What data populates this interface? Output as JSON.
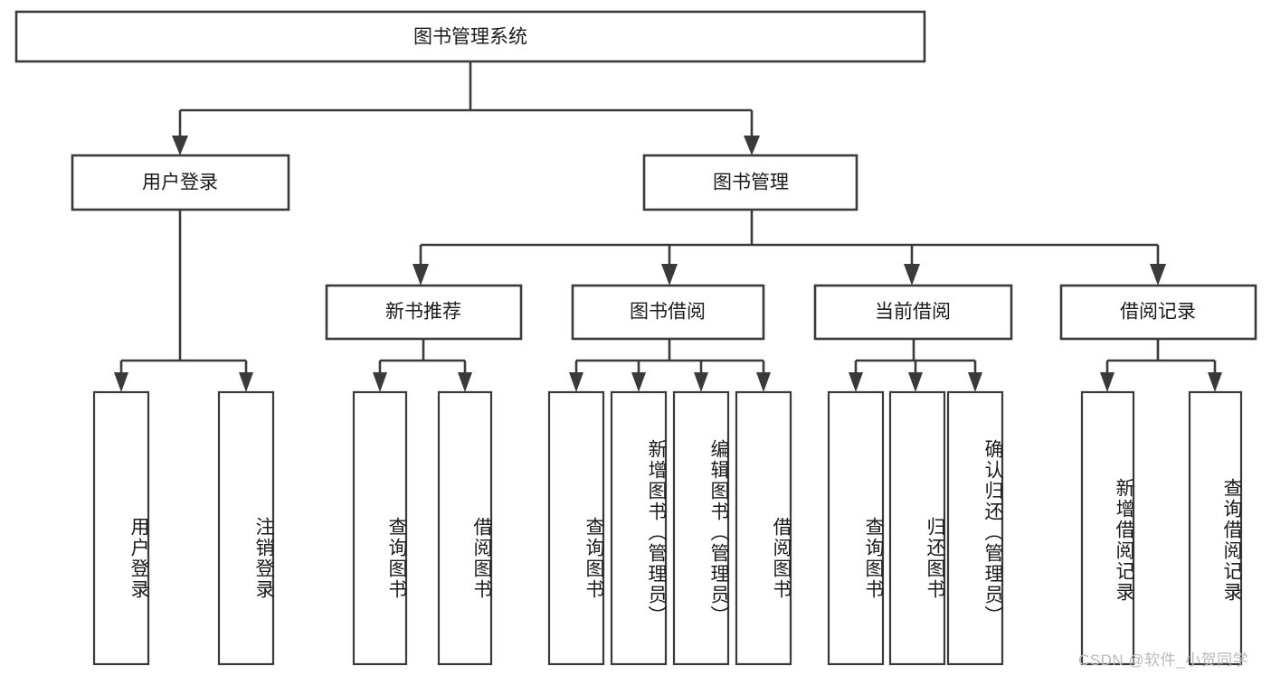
{
  "diagram": {
    "title": "图书管理系统",
    "type": "tree",
    "orientation": "top-down",
    "colors": {
      "stroke": "#3a3a3a",
      "fill": "#ffffff",
      "text": "#1b1b1b",
      "background": "#ffffff",
      "watermark": "#b9b9b9"
    },
    "root": {
      "id": "root",
      "label": "图书管理系统"
    },
    "level1": [
      {
        "id": "user-login",
        "label": "用户登录"
      },
      {
        "id": "book-management",
        "label": "图书管理"
      }
    ],
    "level2": [
      {
        "id": "new-book-recommend",
        "label": "新书推荐",
        "parent": "book-management"
      },
      {
        "id": "book-borrow",
        "label": "图书借阅",
        "parent": "book-management"
      },
      {
        "id": "current-borrow",
        "label": "当前借阅",
        "parent": "book-management"
      },
      {
        "id": "borrow-record",
        "label": "借阅记录",
        "parent": "book-management"
      }
    ],
    "leaves": [
      {
        "id": "leaf-user-login",
        "label": "用户登录",
        "parent": "user-login"
      },
      {
        "id": "leaf-user-logout",
        "label": "注销登录",
        "parent": "user-login"
      },
      {
        "id": "leaf-query-book-1",
        "label": "查询图书",
        "parent": "new-book-recommend"
      },
      {
        "id": "leaf-borrow-book-1",
        "label": "借阅图书",
        "parent": "new-book-recommend"
      },
      {
        "id": "leaf-query-book-2",
        "label": "查询图书",
        "parent": "book-borrow"
      },
      {
        "id": "leaf-add-book",
        "label": "新增图书（管理员）",
        "parent": "book-borrow"
      },
      {
        "id": "leaf-edit-book",
        "label": "编辑图书（管理员）",
        "parent": "book-borrow"
      },
      {
        "id": "leaf-borrow-book-2",
        "label": "借阅图书",
        "parent": "book-borrow"
      },
      {
        "id": "leaf-query-book-3",
        "label": "查询图书",
        "parent": "current-borrow"
      },
      {
        "id": "leaf-return-book",
        "label": "归还图书",
        "parent": "current-borrow"
      },
      {
        "id": "leaf-confirm-return",
        "label": "确认归还（管理员）",
        "parent": "current-borrow"
      },
      {
        "id": "leaf-add-record",
        "label": "新增借阅记录",
        "parent": "borrow-record"
      },
      {
        "id": "leaf-query-record",
        "label": "查询借阅记录",
        "parent": "borrow-record"
      }
    ]
  },
  "watermark": {
    "text": "CSDN @软件_小贺同学"
  }
}
